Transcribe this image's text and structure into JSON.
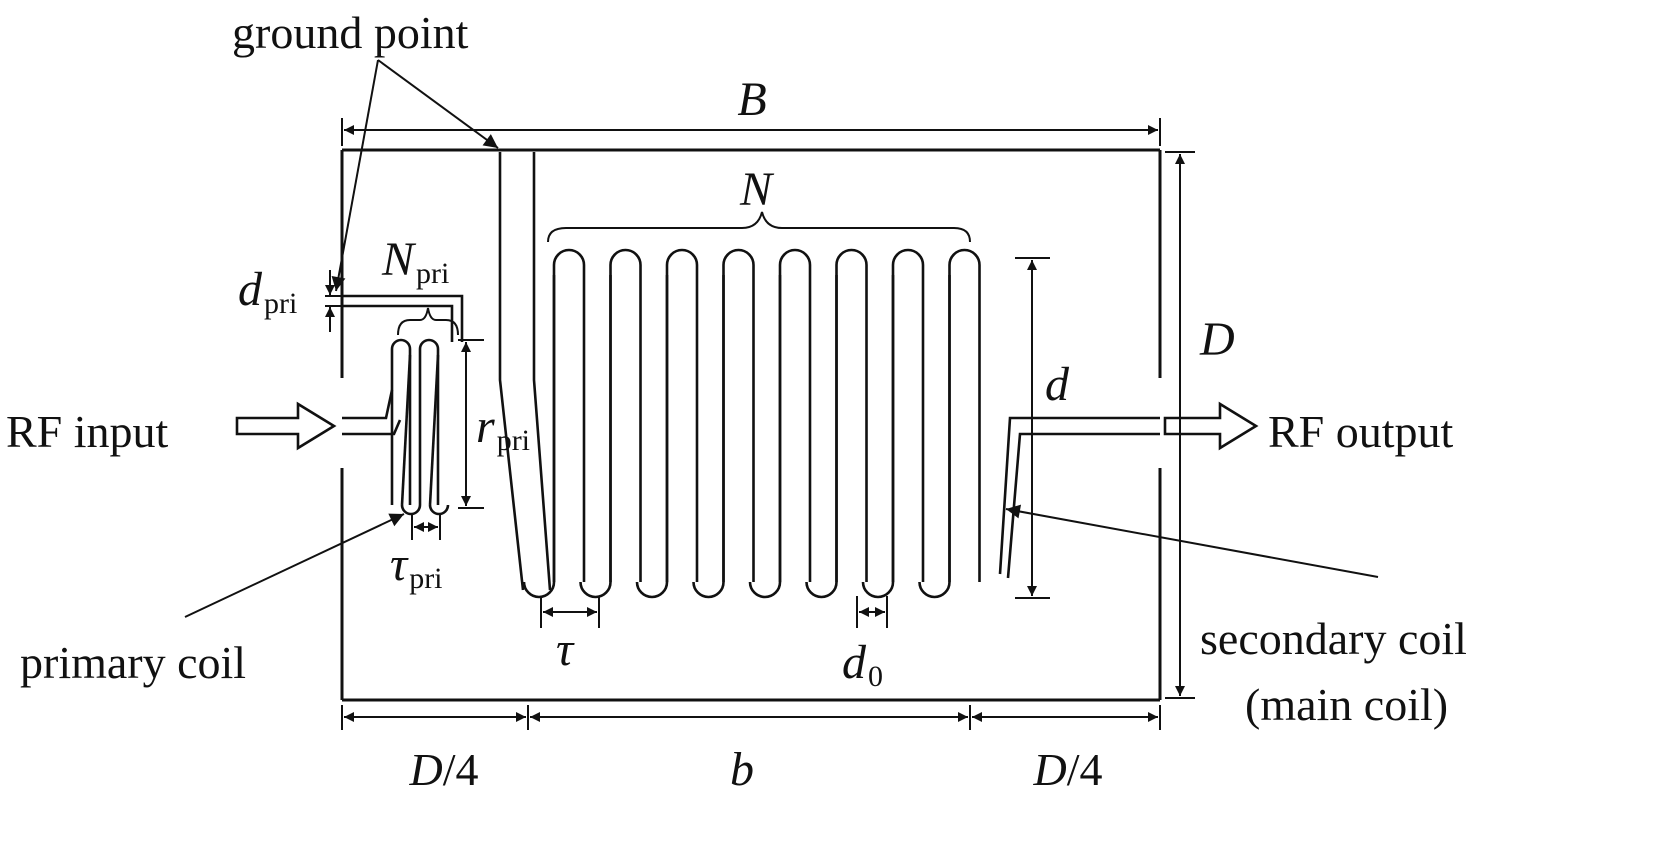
{
  "labels": {
    "ground_point": "ground point",
    "rf_input": "RF input",
    "rf_output": "RF output",
    "primary_coil": "primary coil",
    "secondary_coil_line1": "secondary coil",
    "secondary_coil_line2": "(main coil)"
  },
  "symbols": {
    "B": "B",
    "N": "N",
    "N_pri": "N",
    "N_pri_sub": "pri",
    "d_pri": "d",
    "d_pri_sub": "pri",
    "r_pri": "r",
    "r_pri_sub": "pri",
    "tau_pri": "τ",
    "tau_pri_sub": "pri",
    "tau": "τ",
    "d0": "d",
    "d0_sub": "0",
    "d": "d",
    "D": "D",
    "D4_left_italic": "D",
    "D4_left_rest": "/4",
    "b": "b",
    "D4_right_italic": "D",
    "D4_right_rest": "/4"
  },
  "colors": {
    "ink": "#111111",
    "background": "#ffffff"
  },
  "coil": {
    "secondary_turns_drawn": 8,
    "primary_turns_drawn": 2
  }
}
